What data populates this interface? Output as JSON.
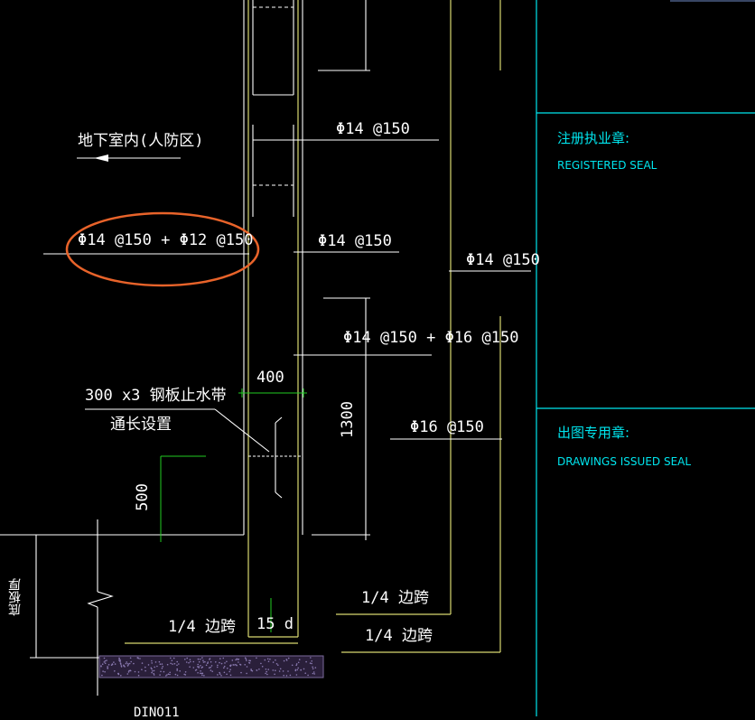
{
  "labels": {
    "underground": "地下室内(人防区)",
    "rebar_top": "Φ14 @150",
    "rebar_circled": "Φ14 @150 + Φ12 @150",
    "rebar_mid": "Φ14 @150",
    "rebar_right": "Φ14 @150",
    "rebar_combo": "Φ14 @150 + Φ16 @150",
    "rebar_lower": "Φ16 @150",
    "dim_400": "400",
    "dim_1300": "1300",
    "dim_500": "500",
    "waterstop_1": "300 x3 钢板止水带",
    "waterstop_2": "通长设置",
    "slab_thickness": "底板厚",
    "quarter_span_1": "1/4 边跨",
    "quarter_span_2": "1/4 边跨",
    "quarter_span_3": "1/4 边跨",
    "anchor_15d": "15 d",
    "bottom_cut": "DINO11"
  },
  "title_block": {
    "registered_seal_cn": "注册执业章:",
    "registered_seal_en": "REGISTERED SEAL",
    "issued_seal_cn": "出图专用章:",
    "issued_seal_en": "DRAWINGS ISSUED SEAL"
  },
  "colors": {
    "background": "#000000",
    "line_white": "#ffffff",
    "line_yellow": "#d8d870",
    "line_cyan": "#00e5ee",
    "line_green": "#22cc22",
    "highlight_orange": "#e8632a",
    "hatch_purple": "#5a4a7a"
  }
}
